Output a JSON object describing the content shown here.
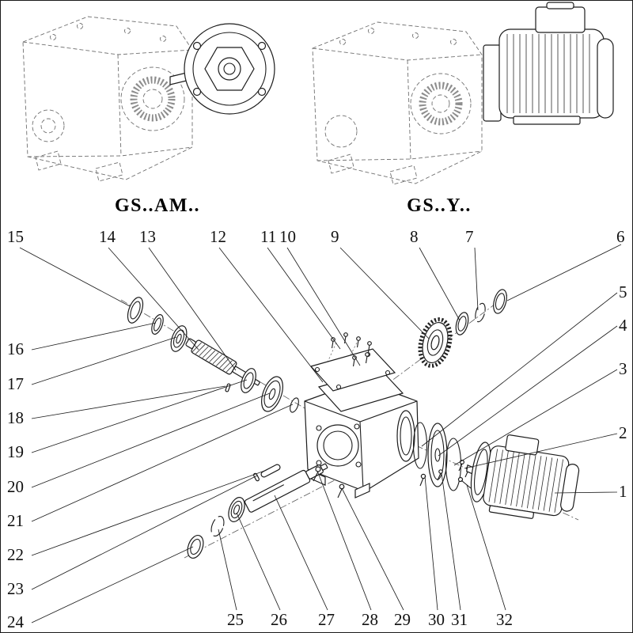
{
  "figure": {
    "left_caption": "GS..AM..",
    "right_caption": "GS..Y.."
  },
  "palette": {
    "ink": "#1c1c1c",
    "sketch_gray": "#707070",
    "background": "#ffffff"
  },
  "callouts": {
    "c1": {
      "label": "1"
    },
    "c2": {
      "label": "2"
    },
    "c3": {
      "label": "3"
    },
    "c4": {
      "label": "4"
    },
    "c5": {
      "label": "5"
    },
    "c6": {
      "label": "6"
    },
    "c7": {
      "label": "7"
    },
    "c8": {
      "label": "8"
    },
    "c9": {
      "label": "9"
    },
    "c10": {
      "label": "10"
    },
    "c11": {
      "label": "11"
    },
    "c12": {
      "label": "12"
    },
    "c13": {
      "label": "13"
    },
    "c14": {
      "label": "14"
    },
    "c15": {
      "label": "15"
    },
    "c16": {
      "label": "16"
    },
    "c17": {
      "label": "17"
    },
    "c18": {
      "label": "18"
    },
    "c19": {
      "label": "19"
    },
    "c20": {
      "label": "20"
    },
    "c21": {
      "label": "21"
    },
    "c22": {
      "label": "22"
    },
    "c23": {
      "label": "23"
    },
    "c24": {
      "label": "24"
    },
    "c25": {
      "label": "25"
    },
    "c26": {
      "label": "26"
    },
    "c27": {
      "label": "27"
    },
    "c28": {
      "label": "28"
    },
    "c29": {
      "label": "29"
    },
    "c30": {
      "label": "30"
    },
    "c31": {
      "label": "31"
    },
    "c32": {
      "label": "32"
    }
  }
}
